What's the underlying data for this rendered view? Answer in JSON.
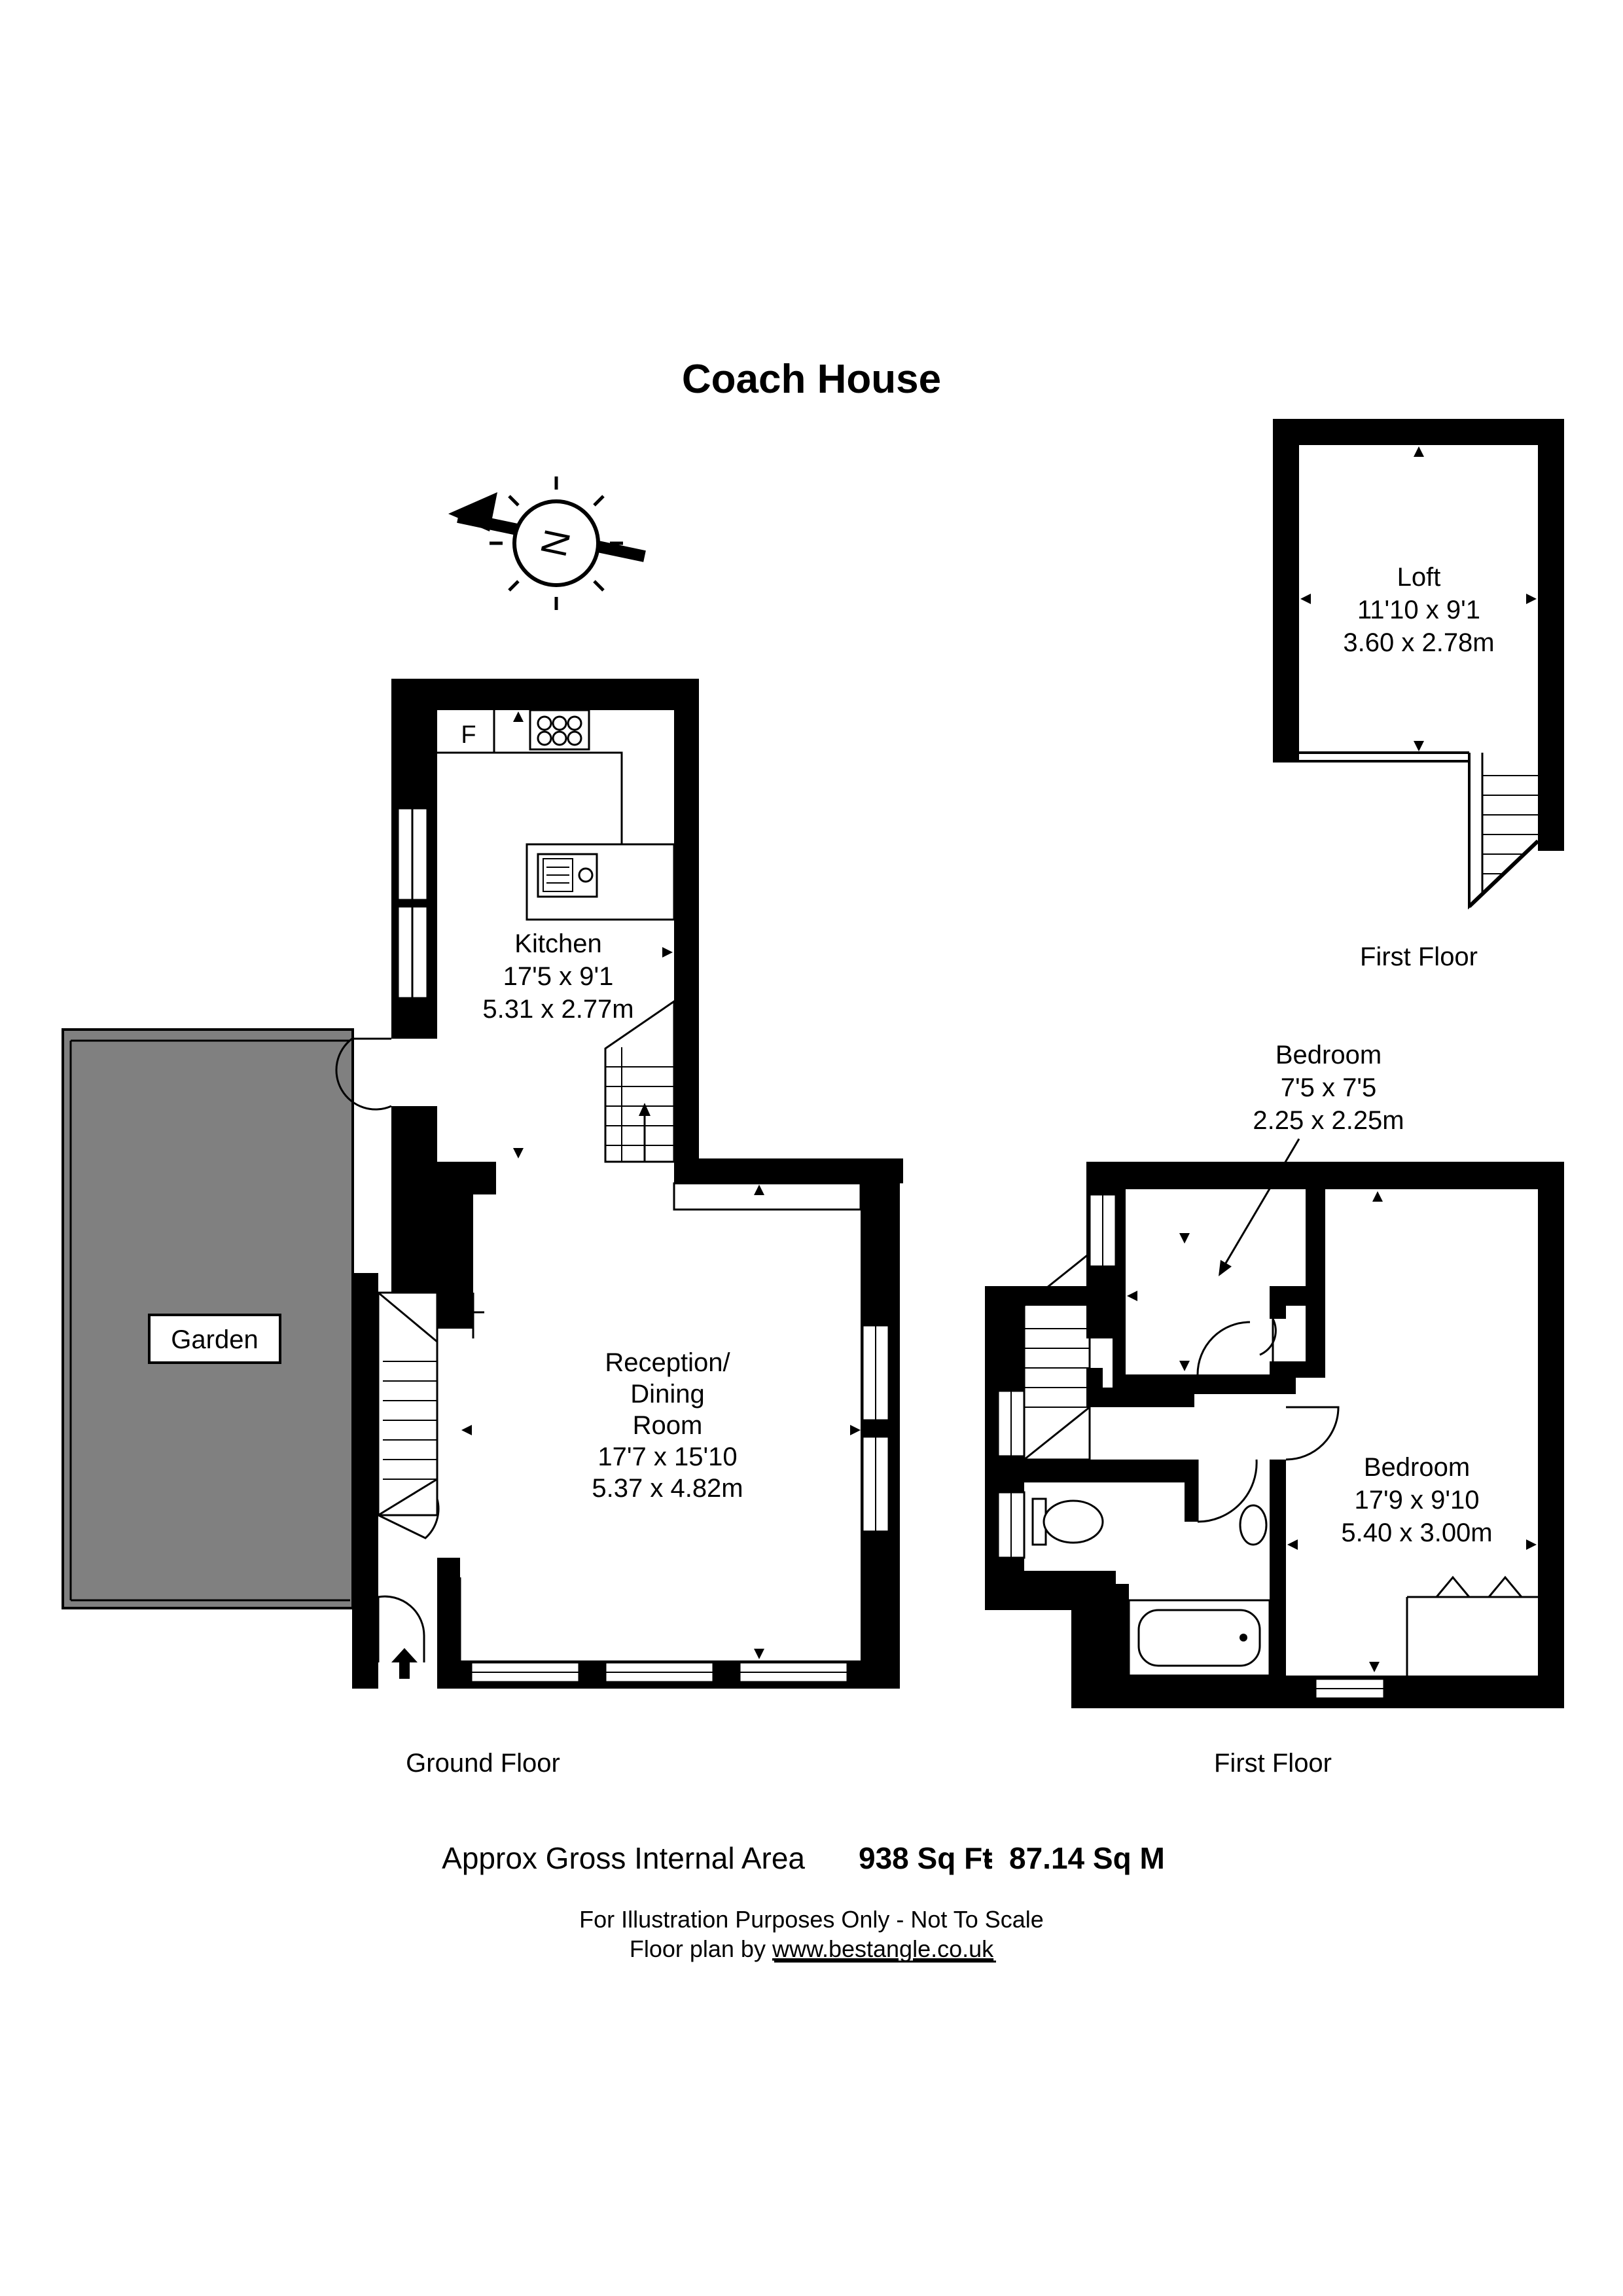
{
  "title": "Coach House",
  "compass": {
    "letter": "N"
  },
  "ground_floor": {
    "label": "Ground Floor",
    "kitchen": {
      "name": "Kitchen",
      "imperial": "17'5 x 9'1",
      "metric": "5.31 x 2.77m",
      "fridge": "F"
    },
    "reception": {
      "line1": "Reception/",
      "line2": "Dining",
      "line3": "Room",
      "imperial": "17'7 x 15'10",
      "metric": "5.37 x 4.82m"
    },
    "garden": {
      "name": "Garden",
      "fill": "#808080"
    }
  },
  "first_floor_loft": {
    "label": "First Floor",
    "loft": {
      "name": "Loft",
      "imperial": "11'10 x 9'1",
      "metric": "3.60 x 2.78m"
    }
  },
  "first_floor": {
    "label": "First Floor",
    "bedroom_small": {
      "name": "Bedroom",
      "imperial": "7'5 x 7'5",
      "metric": "2.25 x 2.25m"
    },
    "bedroom_large": {
      "name": "Bedroom",
      "imperial": "17'9 x 9'10",
      "metric": "5.40 x 3.00m"
    }
  },
  "area": {
    "label": "Approx Gross Internal Area",
    "sqft": "938 Sq Ft",
    "separator": "-",
    "sqm": "87.14 Sq M"
  },
  "footer": {
    "disclaimer": "For Illustration Purposes Only - Not To Scale",
    "credit_prefix": "Floor plan by ",
    "credit_link": "www.bestangle.co.uk"
  }
}
